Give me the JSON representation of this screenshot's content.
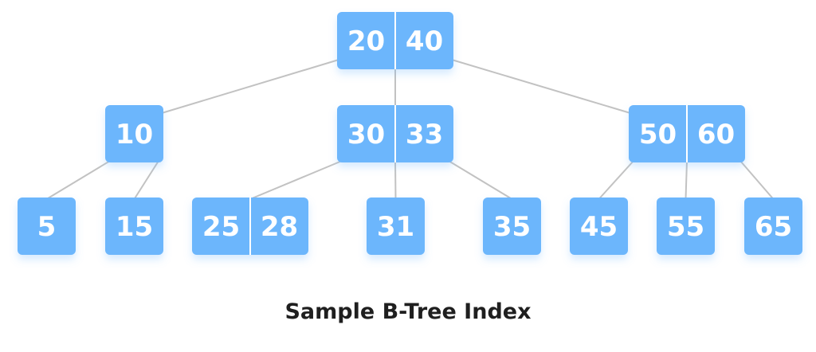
{
  "tree": {
    "nodes": [
      {
        "id": "root",
        "keys": [
          "20",
          "40"
        ]
      },
      {
        "id": "n-10",
        "keys": [
          "10"
        ]
      },
      {
        "id": "n-30-33",
        "keys": [
          "30",
          "33"
        ]
      },
      {
        "id": "n-50-60",
        "keys": [
          "50",
          "60"
        ]
      },
      {
        "id": "leaf-5",
        "keys": [
          "5"
        ]
      },
      {
        "id": "leaf-15",
        "keys": [
          "15"
        ]
      },
      {
        "id": "leaf-25-28",
        "keys": [
          "25",
          "28"
        ]
      },
      {
        "id": "leaf-31",
        "keys": [
          "31"
        ]
      },
      {
        "id": "leaf-35",
        "keys": [
          "35"
        ]
      },
      {
        "id": "leaf-45",
        "keys": [
          "45"
        ]
      },
      {
        "id": "leaf-55",
        "keys": [
          "55"
        ]
      },
      {
        "id": "leaf-65",
        "keys": [
          "65"
        ]
      }
    ],
    "edges": [
      [
        "root",
        "n-10"
      ],
      [
        "root",
        "n-30-33"
      ],
      [
        "root",
        "n-50-60"
      ],
      [
        "n-10",
        "leaf-5"
      ],
      [
        "n-10",
        "leaf-15"
      ],
      [
        "n-30-33",
        "leaf-25-28"
      ],
      [
        "n-30-33",
        "leaf-31"
      ],
      [
        "n-30-33",
        "leaf-35"
      ],
      [
        "n-50-60",
        "leaf-45"
      ],
      [
        "n-50-60",
        "leaf-55"
      ],
      [
        "n-50-60",
        "leaf-65"
      ]
    ]
  },
  "colors": {
    "node": "#6cb6fc",
    "edge": "#c2c2c2",
    "text": "#ffffff"
  },
  "caption": "Sample B-Tree Index"
}
